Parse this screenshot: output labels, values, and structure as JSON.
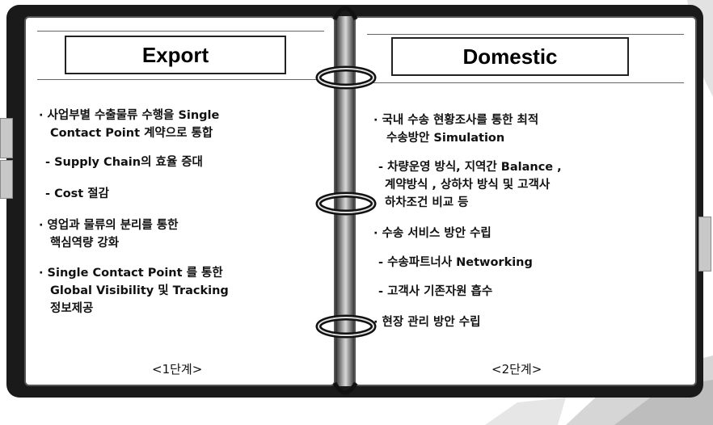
{
  "left_page": {
    "title": "Export",
    "items": [
      "· 사업부별 수출물류 수행을 Single",
      "Contact  Point 계약으로 통합",
      "- Supply Chain의 효율 증대",
      "- Cost 절감",
      "· 영업과 물류의 분리를 통한",
      "핵심역량 강화",
      "· Single Contact Point 를 통한",
      "Global Visibility 및 Tracking",
      "정보제공"
    ],
    "stage": "<1단계>"
  },
  "right_page": {
    "title": "Domestic",
    "items": [
      "· 국내 수송 현황조사를 통한 최적",
      "수송방안 Simulation",
      "- 차량운영 방식, 지역간 Balance ,",
      "계약방식 , 상하차 방식 및 고객사",
      "하차조건 비교 등",
      "· 수송 서비스 방안 수립",
      "- 수송파트너사 Networking",
      "- 고객사 기존자원 흡수",
      "· 현장 관리 방안 수립"
    ],
    "stage": "<2단계>"
  },
  "icons": [
    "binder-ring-icon"
  ]
}
